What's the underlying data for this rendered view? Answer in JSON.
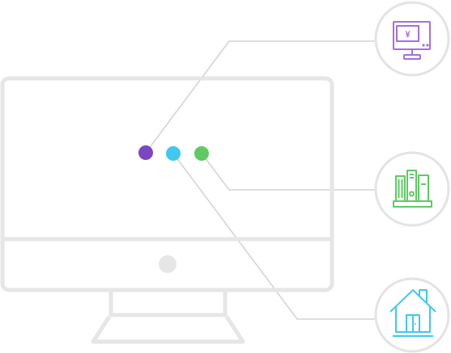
{
  "colors": {
    "monitor_outline": "#e6e6e6",
    "connector_line": "#d4d4d4",
    "icon_ring": "#e3e3e3",
    "power_button": "#e6e6e6",
    "dot_purple": "#7b46c1",
    "dot_cyan": "#3fc8f0",
    "dot_green": "#5ccb62"
  },
  "dots": [
    {
      "id": "purple",
      "links_to": "payment-terminal-icon"
    },
    {
      "id": "cyan",
      "links_to": "house-icon"
    },
    {
      "id": "green",
      "links_to": "books-icon"
    }
  ],
  "icons": [
    {
      "name": "payment-terminal-icon",
      "color": "#a56ee0",
      "glyph": "¥"
    },
    {
      "name": "books-icon",
      "color": "#5ccb62"
    },
    {
      "name": "house-icon",
      "color": "#3fc8f0"
    }
  ]
}
